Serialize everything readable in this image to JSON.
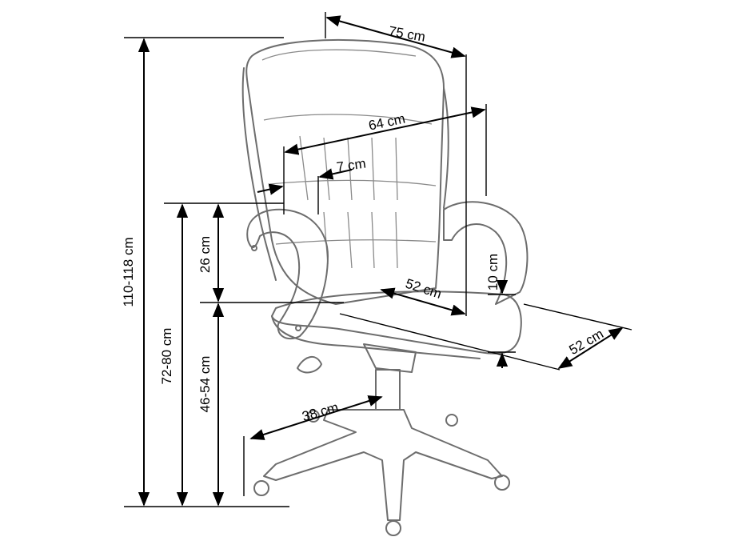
{
  "title": "Office chair dimensions",
  "dimensions": {
    "total_height": "110-118 cm",
    "armrest_height": "72-80 cm",
    "seat_height": "46-54 cm",
    "armrest_to_seat": "26 cm",
    "overall_width": "75 cm",
    "backrest_width": "64 cm",
    "armrest_width": "7 cm",
    "seat_depth": "52 cm",
    "seat_thickness": "10 cm",
    "seat_width": "52 cm",
    "base_radius": "38 cm"
  },
  "colors": {
    "outline": "#6d6d6d",
    "dimension": "#000000"
  }
}
